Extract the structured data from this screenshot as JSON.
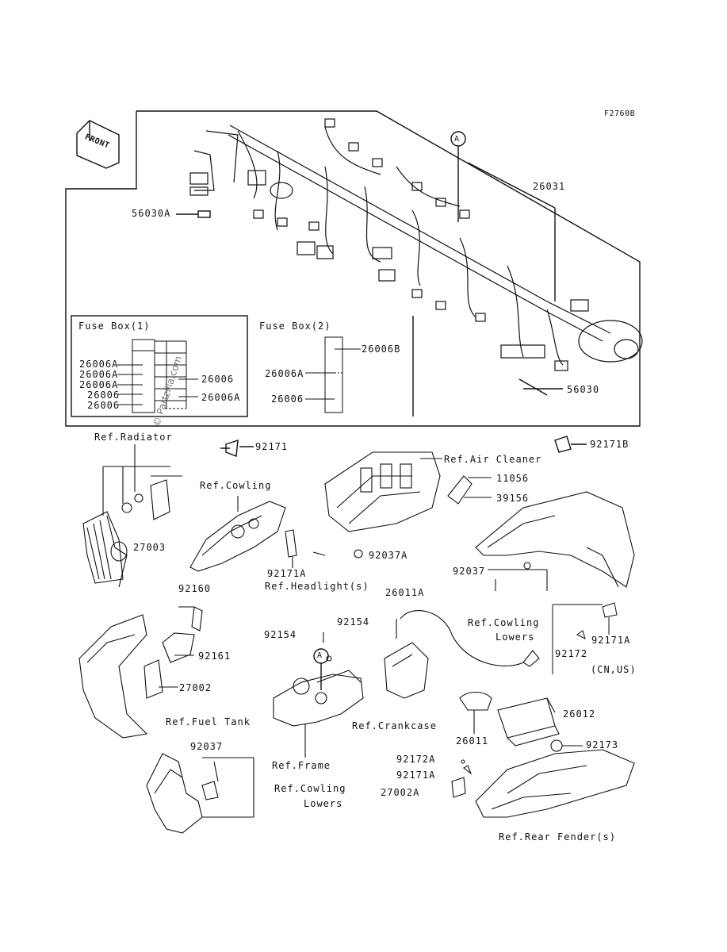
{
  "diagram_code": "F2760B",
  "front_arrow_label": "FRONT",
  "callout_letter": "A",
  "fuse_box_1": {
    "title": "Fuse Box(1)",
    "left_labels": [
      "26006A",
      "26006A",
      "26006A",
      "26006",
      "26006"
    ],
    "right_labels": [
      "26006",
      "26006A"
    ]
  },
  "fuse_box_2": {
    "title": "Fuse Box(2)",
    "top_label": "26006B",
    "left_labels": [
      "26006A",
      "26006"
    ]
  },
  "labels": {
    "p26031": "26031",
    "p56030a": "56030A",
    "p56030": "56030",
    "ref_radiator": "Ref.Radiator",
    "p92171": "92171",
    "p92171b": "92171B",
    "ref_air_cleaner": "Ref.Air Cleaner",
    "p11056": "11056",
    "p39156": "39156",
    "ref_cowling": "Ref.Cowling",
    "p27003": "27003",
    "p92171a_1": "92171A",
    "ref_headlight": "Ref.Headlight(s)",
    "p92037a": "92037A",
    "p92037_1": "92037",
    "p26011a": "26011A",
    "ref_cowling_lowers_1": "Ref.Cowling",
    "ref_cowling_lowers_1b": "Lowers",
    "p92160": "92160",
    "p92154_1": "92154",
    "p92154_2": "92154",
    "p92171a_2": "92171A",
    "p92172": "92172",
    "cn_us": "(CN,US)",
    "p92161": "92161",
    "p27002": "27002",
    "ref_fuel_tank": "Ref.Fuel Tank",
    "ref_crankcase": "Ref.Crankcase",
    "p26012": "26012",
    "p26011": "26011",
    "p92037_2": "92037",
    "ref_frame": "Ref.Frame",
    "p92173": "92173",
    "p92172a": "92172A",
    "p92171a_3": "92171A",
    "ref_cowling_lowers_2": "Ref.Cowling",
    "ref_cowling_lowers_2b": "Lowers",
    "p27002a": "27002A",
    "ref_rear_fender": "Ref.Rear Fender(s)"
  },
  "watermark": "© Partzilla.com"
}
